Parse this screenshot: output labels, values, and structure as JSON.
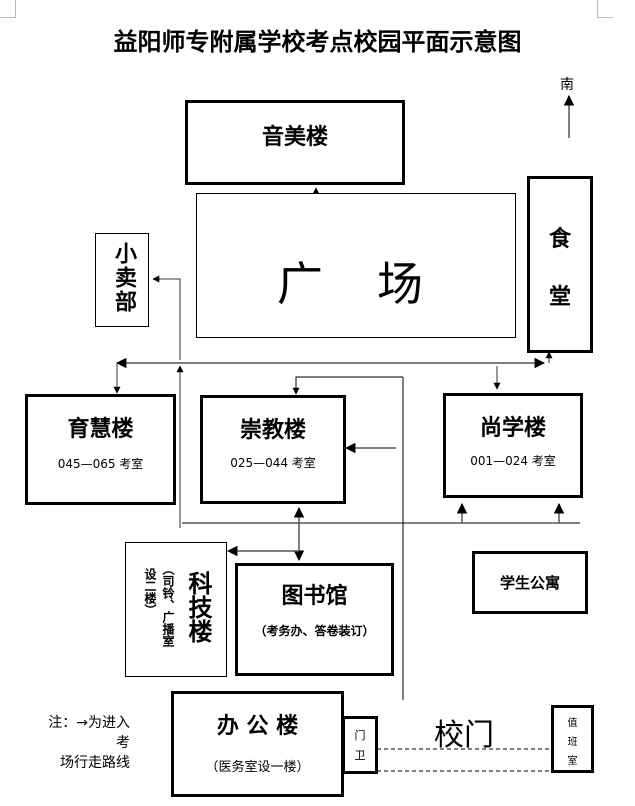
{
  "title": "益阳师专附属学校考点校园平面示意图",
  "compass": {
    "label": "南",
    "icon": "north-arrow-icon"
  },
  "buildings": {
    "yinmei": {
      "name": "音美楼"
    },
    "plaza": {
      "name_left": "广",
      "name_right": "场"
    },
    "canteen": {
      "name": "食堂",
      "chars": [
        "食",
        "堂"
      ]
    },
    "shop": {
      "name": "小卖部"
    },
    "yuhui": {
      "name": "育慧楼",
      "rooms": "045—065 考室"
    },
    "chongjiao": {
      "name": "崇教楼",
      "rooms": "025—044 考室"
    },
    "shangxue": {
      "name": "尚学楼",
      "rooms": "001—024 考室"
    },
    "keji": {
      "name": "科技楼",
      "note1": "（司铃、广播室",
      "note2": "设二楼）"
    },
    "library": {
      "name": "图书馆",
      "note": "（考务办、答卷装订）"
    },
    "dorm": {
      "name": "学生公寓"
    },
    "office": {
      "name": "办 公 楼",
      "note": "（医务室设一楼）"
    },
    "guard": {
      "name": "门卫",
      "chars": [
        "门",
        "卫"
      ]
    },
    "gate": {
      "name": "校门"
    },
    "duty": {
      "name": "值班室",
      "chars": [
        "值",
        "班",
        "室"
      ]
    }
  },
  "legend": {
    "line1": "注：→为进入考",
    "line2": "场行走路线"
  }
}
